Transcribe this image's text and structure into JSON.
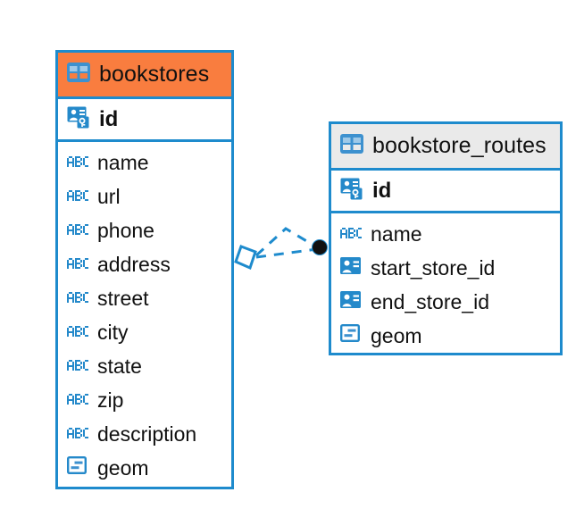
{
  "diagram": {
    "type": "entity-relationship-diagram",
    "background": "#ffffff",
    "accent_color": "#1e8bcd",
    "highlight_color": "#f97d3f",
    "neutral_header_color": "#eaeaea"
  },
  "tables": [
    {
      "name": "bookstores",
      "header_color": "#f97d3f",
      "border_color": "#1e8bcd",
      "selected": true,
      "primary_key": {
        "name": "id",
        "icon": "primary-key-badge-icon",
        "type": "pk"
      },
      "fields": [
        {
          "name": "name",
          "icon": "abc-text-icon",
          "type": "text"
        },
        {
          "name": "url",
          "icon": "abc-text-icon",
          "type": "text"
        },
        {
          "name": "phone",
          "icon": "abc-text-icon",
          "type": "text"
        },
        {
          "name": "address",
          "icon": "abc-text-icon",
          "type": "text"
        },
        {
          "name": "street",
          "icon": "abc-text-icon",
          "type": "text"
        },
        {
          "name": "city",
          "icon": "abc-text-icon",
          "type": "text"
        },
        {
          "name": "state",
          "icon": "abc-text-icon",
          "type": "text"
        },
        {
          "name": "zip",
          "icon": "abc-text-icon",
          "type": "text"
        },
        {
          "name": "description",
          "icon": "abc-text-icon",
          "type": "text"
        },
        {
          "name": "geom",
          "icon": "geometry-icon",
          "type": "geometry"
        }
      ]
    },
    {
      "name": "bookstore_routes",
      "header_color": "#eaeaea",
      "border_color": "#1e8bcd",
      "selected": false,
      "primary_key": {
        "name": "id",
        "icon": "primary-key-badge-icon",
        "type": "pk"
      },
      "fields": [
        {
          "name": "name",
          "icon": "abc-text-icon",
          "type": "text"
        },
        {
          "name": "start_store_id",
          "icon": "foreign-key-badge-icon",
          "type": "fk"
        },
        {
          "name": "end_store_id",
          "icon": "foreign-key-badge-icon",
          "type": "fk"
        },
        {
          "name": "geom",
          "icon": "geometry-icon",
          "type": "geometry"
        }
      ]
    }
  ],
  "relationship": {
    "source_table": "bookstores",
    "target_table": "bookstore_routes",
    "line_style": "dashed",
    "line_color": "#1e8bcd",
    "source_marker": "diamond-outline",
    "target_marker": "filled-circle",
    "target_marker_color": "#111111"
  }
}
